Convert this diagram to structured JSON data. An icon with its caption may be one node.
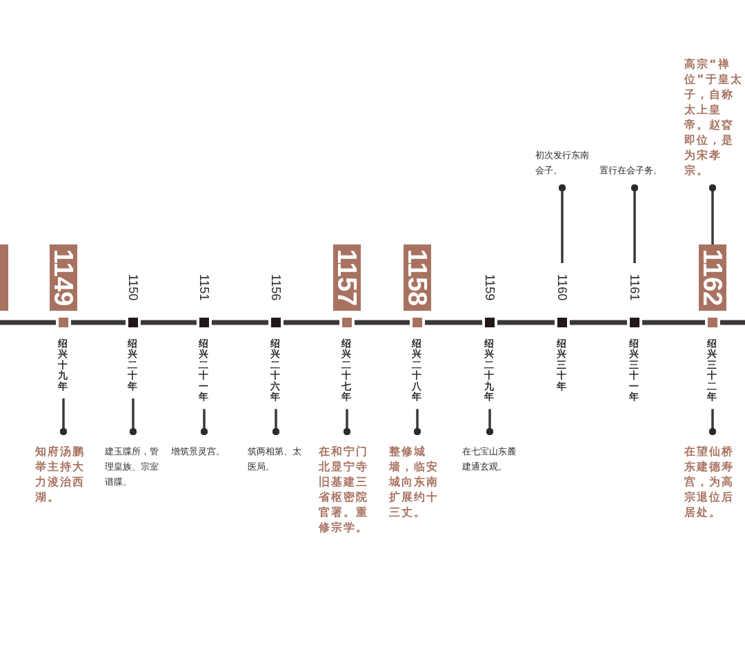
{
  "diagram": {
    "nodes": [
      {
        "text": [],
        "shape": "box"
      },
      {
        "text": [
          "1149"
        ],
        "in": 0
      },
      {
        "text": [
          "绍兴十九年"
        ]
      },
      {
        "text": [
          "知府汤鹏举主持大力浚治西湖。"
        ]
      },
      {
        "text": [
          "1150"
        ]
      },
      {
        "text": [
          "绍兴二十年"
        ]
      },
      {
        "text": [
          "建玉牒所，管理皇族、宗室谱牒。"
        ]
      },
      {
        "text": [
          "1151"
        ]
      },
      {
        "text": [
          "绍兴二十一年"
        ]
      },
      {
        "text": [
          "增筑景灵宫。"
        ]
      },
      {
        "text": [
          "1156"
        ]
      },
      {
        "text": [
          "绍兴二十六年"
        ]
      },
      {
        "text": [
          "筑两相第、太医局。"
        ]
      },
      {
        "text": [],
        "shape": "box"
      },
      {
        "text": [
          "1157"
        ],
        "in": 13
      },
      {
        "text": [
          "绍兴二十七年"
        ]
      },
      {
        "text": [
          "在和宁门北显宁寺旧基建三省枢密院官署。重修宗学。"
        ]
      },
      {
        "text": [],
        "shape": "box"
      },
      {
        "text": [
          "1158"
        ],
        "in": 17
      },
      {
        "text": [
          "绍兴二十八年"
        ]
      },
      {
        "text": [
          "整修城墙，临安城向东南扩展约十三丈。"
        ]
      },
      {
        "text": [
          "1159"
        ]
      },
      {
        "text": [
          "绍兴二十九年"
        ]
      },
      {
        "text": [
          "在七宝山东麓建通玄观。"
        ]
      },
      {
        "text": [
          "1160"
        ]
      },
      {
        "text": [
          "绍兴三十年"
        ]
      },
      {
        "text": [
          "初次发行东南会子。"
        ]
      },
      {
        "text": [
          "1161"
        ]
      },
      {
        "text": [
          "绍兴三十一年"
        ]
      },
      {
        "text": [
          "置行在会子务。"
        ]
      },
      {
        "text": [],
        "shape": "box"
      },
      {
        "text": [
          "1162"
        ],
        "in": 30
      },
      {
        "text": [
          "绍兴三十二年"
        ]
      },
      {
        "text": [
          "高宗“禅位”于皇太子，自称太上皇帝。赵昚即位，是为宋孝宗。"
        ]
      },
      {
        "text": [
          "在望仙桥东建德寿宫，为高宗退位后居处。"
        ]
      },
      {
        "text": [],
        "shape": "box"
      },
      {
        "text": [],
        "shape": "box"
      },
      {
        "text": [],
        "shape": "box"
      },
      {
        "text": [],
        "shape": "box"
      },
      {
        "text": [],
        "shape": "box"
      },
      {
        "text": [],
        "shape": "box"
      },
      {
        "text": [],
        "shape": "box"
      },
      {
        "text": [],
        "shape": "box"
      },
      {
        "text": [],
        "shape": "box"
      },
      {
        "text": [],
        "shape": "box"
      }
    ],
    "edges": [
      {
        "from": 2,
        "to": 3,
        "arrow": "other"
      },
      {
        "from": 5,
        "to": 6,
        "arrow": "other"
      },
      {
        "from": 8,
        "to": 9,
        "arrow": "other"
      },
      {
        "from": 11,
        "to": 12,
        "arrow": "other"
      },
      {
        "from": 15,
        "to": 16,
        "arrow": "other"
      },
      {
        "from": 19,
        "to": 20,
        "arrow": "other"
      },
      {
        "from": 22,
        "to": 23,
        "arrow": "other"
      },
      {
        "from": 24,
        "to": 26,
        "arrow": "other"
      },
      {
        "from": 27,
        "to": 29,
        "arrow": "other"
      },
      {
        "from": 30,
        "to": 33,
        "arrow": "other"
      },
      {
        "from": 32,
        "to": 34,
        "arrow": "other"
      },
      {
        "from": null,
        "to": 35,
        "arrow": "none",
        "style": "thick"
      },
      {
        "from": 35,
        "to": 36,
        "arrow": "none",
        "style": "thick"
      },
      {
        "from": 36,
        "to": 37,
        "arrow": "none",
        "style": "thick"
      },
      {
        "from": 37,
        "to": 38,
        "arrow": "none",
        "style": "thick"
      },
      {
        "from": 38,
        "to": 39,
        "arrow": "none",
        "style": "thick"
      },
      {
        "from": 39,
        "to": 40,
        "arrow": "none",
        "style": "thick"
      },
      {
        "from": 40,
        "to": 41,
        "arrow": "none",
        "style": "thick"
      },
      {
        "from": 41,
        "to": 42,
        "arrow": "none",
        "style": "thick"
      },
      {
        "from": 42,
        "to": 43,
        "arrow": "none",
        "style": "thick"
      },
      {
        "from": 43,
        "to": 44,
        "arrow": "none",
        "style": "thick"
      },
      {
        "from": 44,
        "to": null,
        "arrow": "none",
        "style": "thick"
      }
    ]
  }
}
